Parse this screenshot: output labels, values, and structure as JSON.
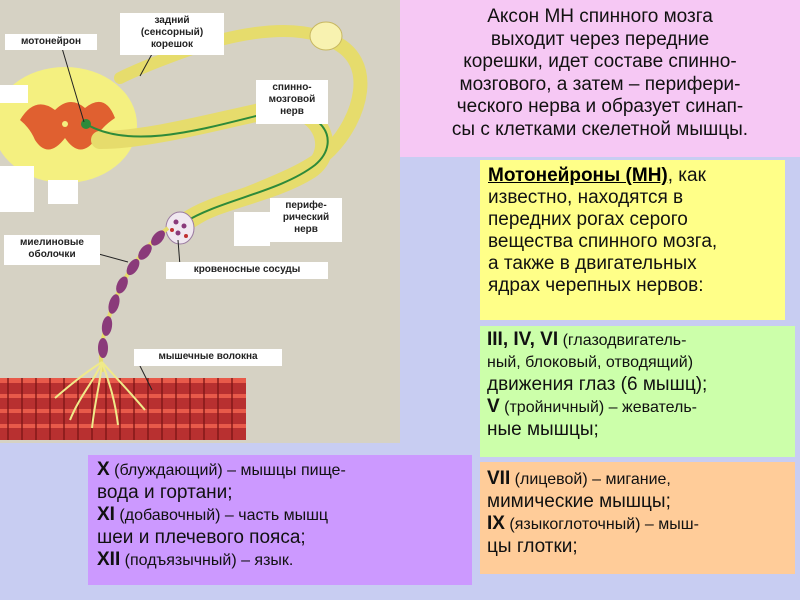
{
  "diagram": {
    "labels": {
      "motoneuron": "мотонейрон",
      "dorsal_root": [
        "задний",
        "(сенсорный)",
        "корешок"
      ],
      "spinal_nerve": [
        "спинно-",
        "мозговой",
        "нерв"
      ],
      "peripheral_nerve": [
        "перифе-",
        "рический",
        "нерв"
      ],
      "myelin": [
        "миелиновые",
        "оболочки"
      ],
      "vessels": "кровеносные сосуды",
      "muscle_fibers": "мышечные волокна"
    },
    "colors": {
      "background": "#d6d2c4",
      "nerve": "#e8e070",
      "gray_matter": "#e06030",
      "myelin": "#8a3a7a",
      "muscle": "#b83030"
    }
  },
  "title_box": {
    "lines": [
      "Аксон МН спинного мозга",
      "выходит через передние",
      "корешки, идет составе спинно-",
      "мозгового, а затем – перифери-",
      "ческого нерва и образует синап-",
      "сы с клетками скелетной мышцы."
    ]
  },
  "mn_box": {
    "head": "Мотонейроны (МН)",
    "first_rest": ", как",
    "lines": [
      "известно, находятся в",
      "передних рогах серого",
      "вещества спинного мозга,",
      "а также в двигательных",
      "ядрах черепных нервов:"
    ]
  },
  "nerves_box_1": {
    "l1_b": "III, IV, VI",
    "l1_s": " (глазодвигатель-",
    "l2": "ный, блоковый, отводящий)",
    "l3": "движения глаз (6 мышц);",
    "l4_b": "V",
    "l4_s": " (тройничный) – жеватель-",
    "l5": "ные мышцы;"
  },
  "nerves_box_2": {
    "l1_b": "X",
    "l1_s": " (блуждающий) – мышцы пище-",
    "l2": "вода и гортани;",
    "l3_b": "XI",
    "l3_s": " (добавочный) – часть мышц",
    "l4": "шеи и плечевого пояса;",
    "l5_b": "XII",
    "l5_s": " (подъязычный) – язык."
  },
  "nerves_box_3": {
    "l1_b": "VII",
    "l1_s": " (лицевой) – мигание,",
    "l2": "мимические мышцы;",
    "l3_b": "IX",
    "l3_s": " (языкоглоточный) – мыш-",
    "l4": "цы глотки;"
  }
}
